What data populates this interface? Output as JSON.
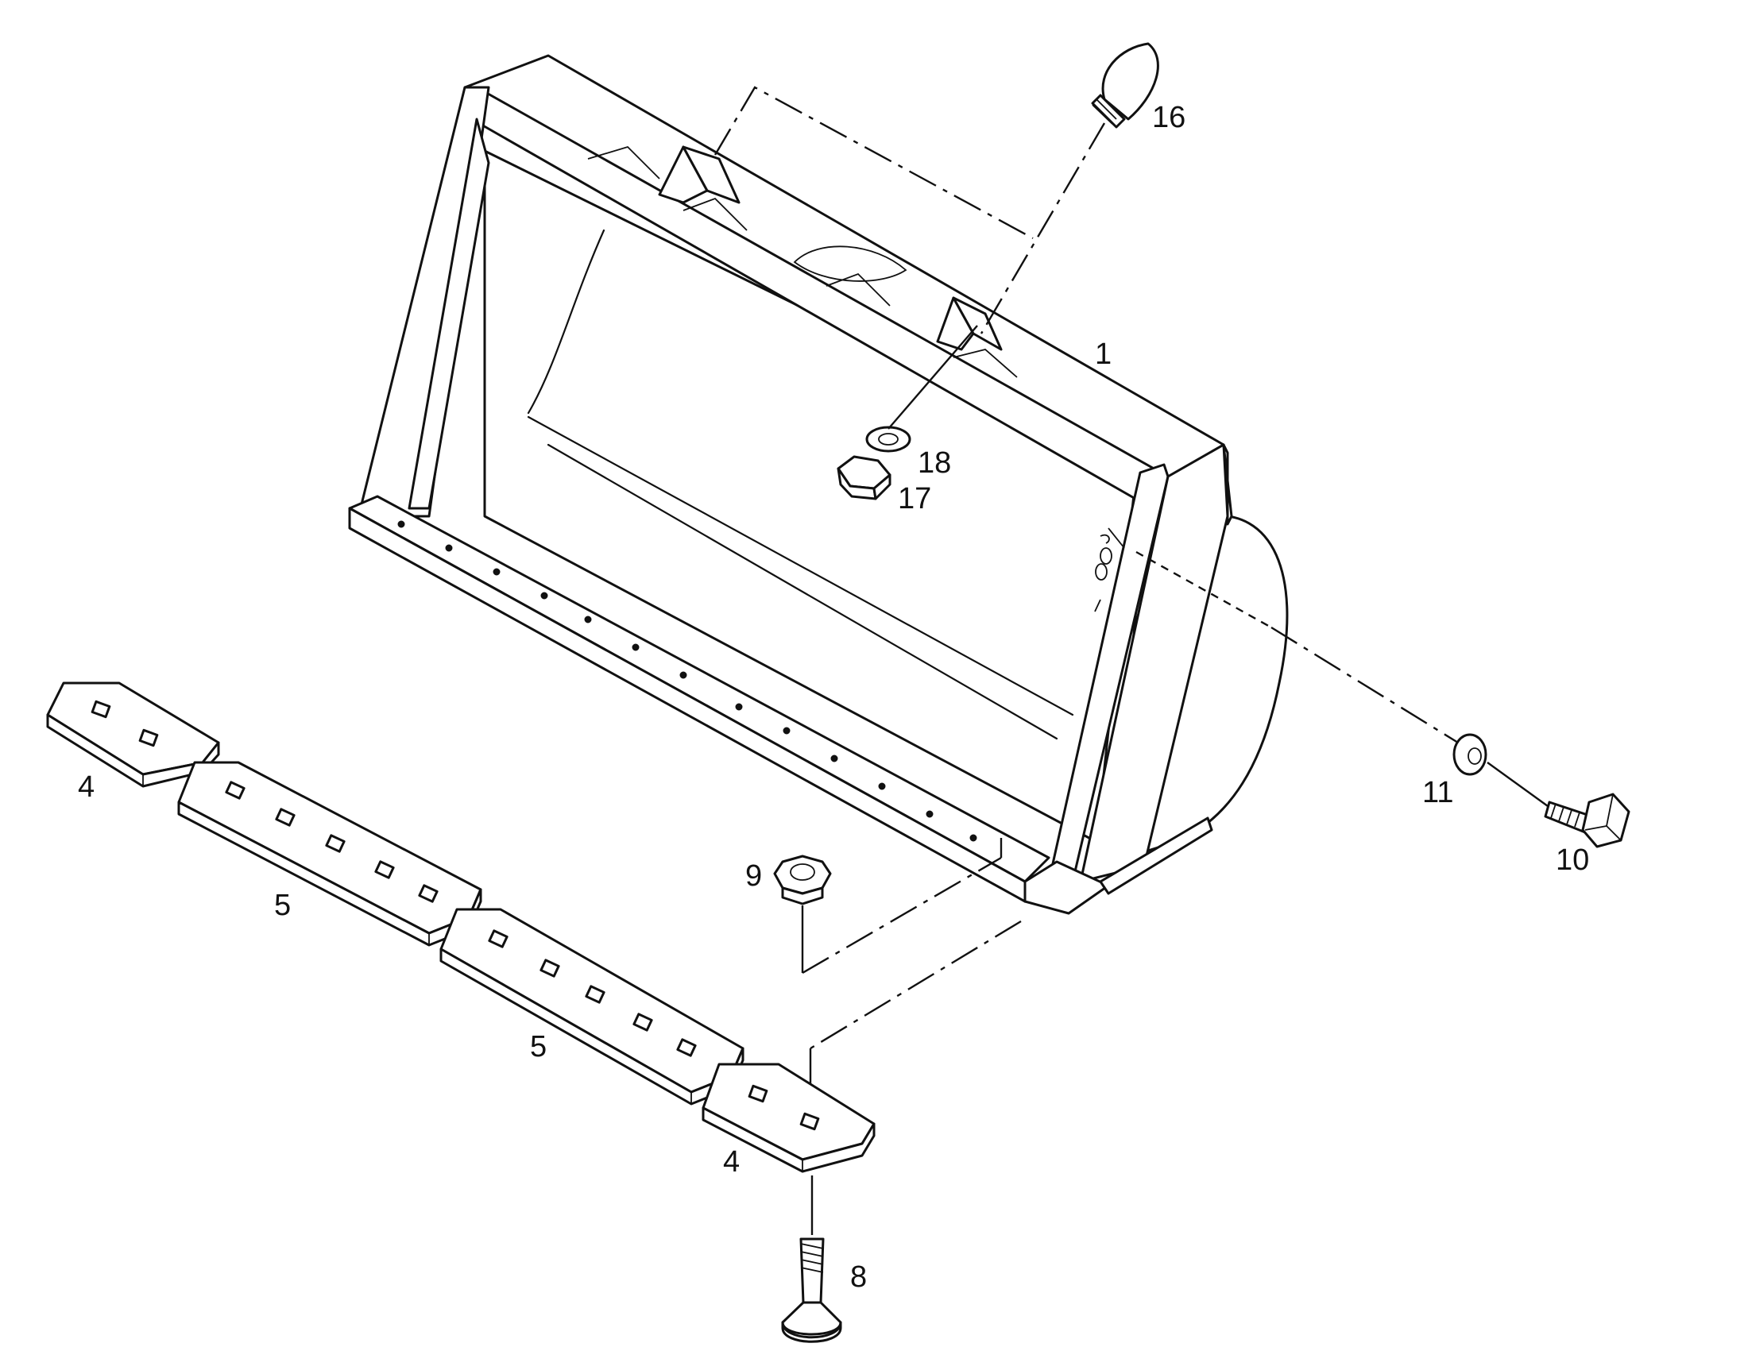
{
  "diagram": {
    "callouts": {
      "c1": "1",
      "c4a": "4",
      "c4b": "4",
      "c5a": "5",
      "c5b": "5",
      "c8": "8",
      "c9": "9",
      "c10": "10",
      "c11": "11",
      "c16": "16",
      "c17": "17",
      "c18": "18"
    }
  }
}
